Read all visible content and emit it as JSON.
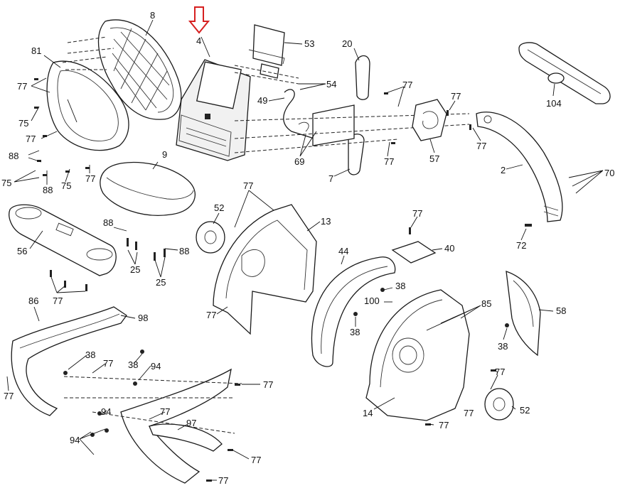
{
  "highlight": {
    "part_label": "4",
    "arrow_color": "#d62020"
  },
  "callouts": [
    "8",
    "81",
    "77",
    "75",
    "77",
    "88",
    "75",
    "88",
    "75",
    "77",
    "4",
    "53",
    "20",
    "54",
    "49",
    "77",
    "77",
    "69",
    "57",
    "77",
    "77",
    "7",
    "104",
    "2",
    "70",
    "72",
    "9",
    "52",
    "77",
    "13",
    "56",
    "88",
    "88",
    "25",
    "25",
    "77",
    "77",
    "40",
    "44",
    "38",
    "100",
    "85",
    "58",
    "38",
    "38",
    "86",
    "98",
    "38",
    "77",
    "38",
    "94",
    "77",
    "77",
    "77",
    "94",
    "97",
    "94",
    "77",
    "77",
    "77",
    "14",
    "77",
    "52",
    "77",
    "77"
  ]
}
